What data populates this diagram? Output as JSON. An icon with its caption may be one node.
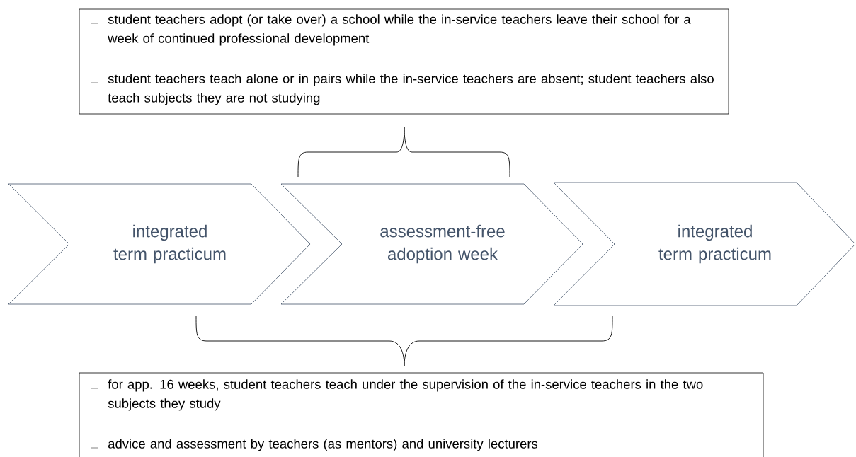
{
  "diagram": {
    "nodes": [
      {
        "text": [
          "student teachers adopt (or take over) a school while the in-service teachers leave their school for a week of continued professional development",
          "student teachers teach alone or in pairs while the in-service teachers are absent; student teachers also teach subjects they are not studying"
        ]
      },
      {
        "text": [
          "integrated term practicum"
        ]
      },
      {
        "text": [
          "assessment-free adoption week"
        ]
      },
      {
        "text": [
          "integrated term practicum"
        ]
      },
      {
        "text": [
          "for app. 16 weeks, student teachers teach under the supervision of the in-service teachers in the two subjects they study",
          "advice and assessment by teachers (as mentors) and university lecturers"
        ]
      }
    ]
  }
}
